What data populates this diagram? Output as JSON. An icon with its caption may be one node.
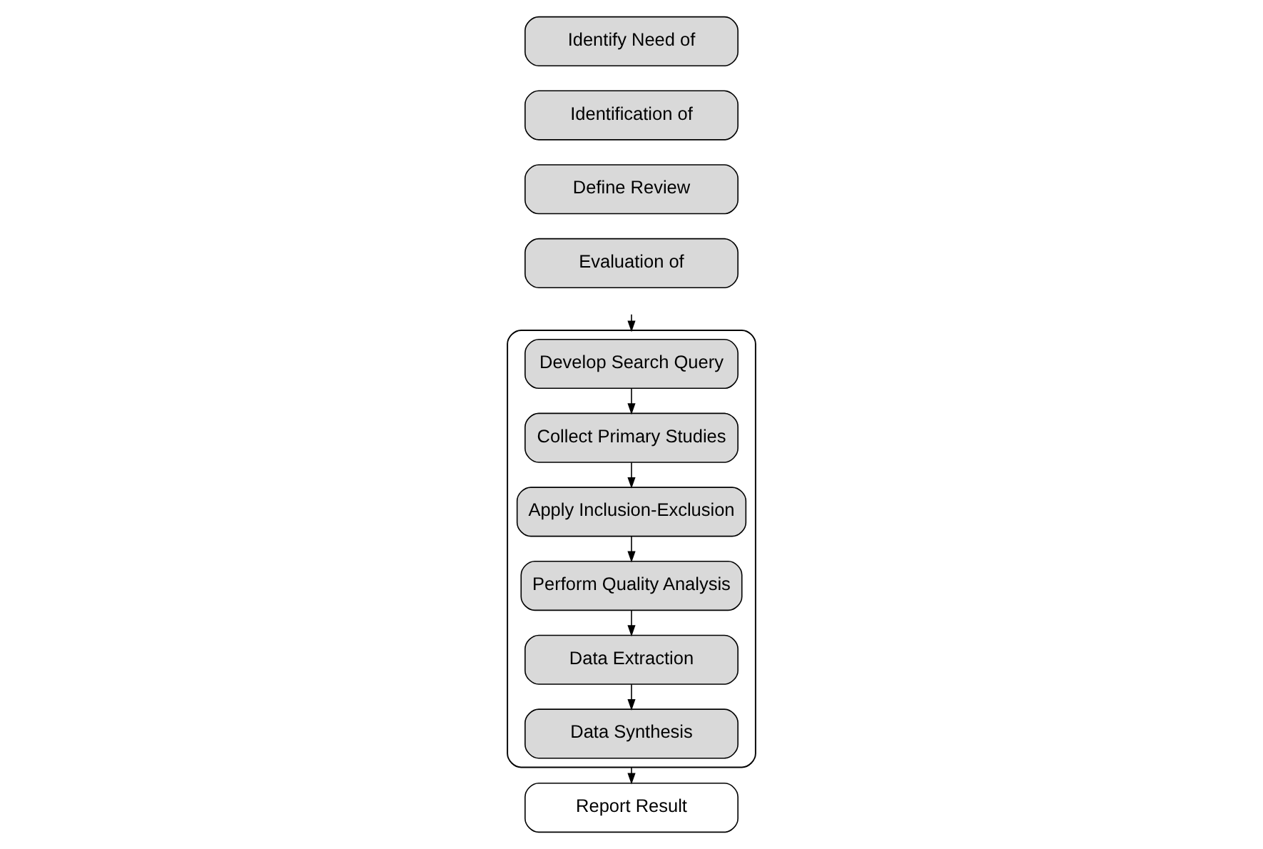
{
  "diagram": {
    "nodes": [
      {
        "text": [
          "Identify Need of"
        ]
      },
      {
        "text": [
          "Identification of"
        ]
      },
      {
        "text": [
          "Define Review"
        ]
      },
      {
        "text": [
          "Evaluation of"
        ]
      },
      {
        "text": [],
        "shape": "box"
      },
      {
        "text": [
          "Develop Search Query"
        ],
        "in": 4
      },
      {
        "text": [
          "Collect Primary Studies"
        ],
        "in": 4
      },
      {
        "text": [
          "Apply Inclusion-Exclusion"
        ],
        "in": 4
      },
      {
        "text": [
          "Perform Quality Analysis"
        ],
        "in": 4
      },
      {
        "text": [
          "Data Extraction"
        ],
        "in": 4
      },
      {
        "text": [
          "Data Synthesis"
        ],
        "in": 4
      },
      {
        "text": [
          "Report Result"
        ]
      }
    ],
    "edges": [
      {
        "from": null,
        "to": 4,
        "arrow": "to"
      },
      {
        "from": 5,
        "to": 6,
        "arrow": "to"
      },
      {
        "from": 6,
        "to": 7,
        "arrow": "to"
      },
      {
        "from": 7,
        "to": 8,
        "arrow": "to"
      },
      {
        "from": 8,
        "to": 9,
        "arrow": "to"
      },
      {
        "from": 9,
        "to": 10,
        "arrow": "to"
      },
      {
        "from": 4,
        "to": 11,
        "arrow": "to"
      }
    ]
  }
}
